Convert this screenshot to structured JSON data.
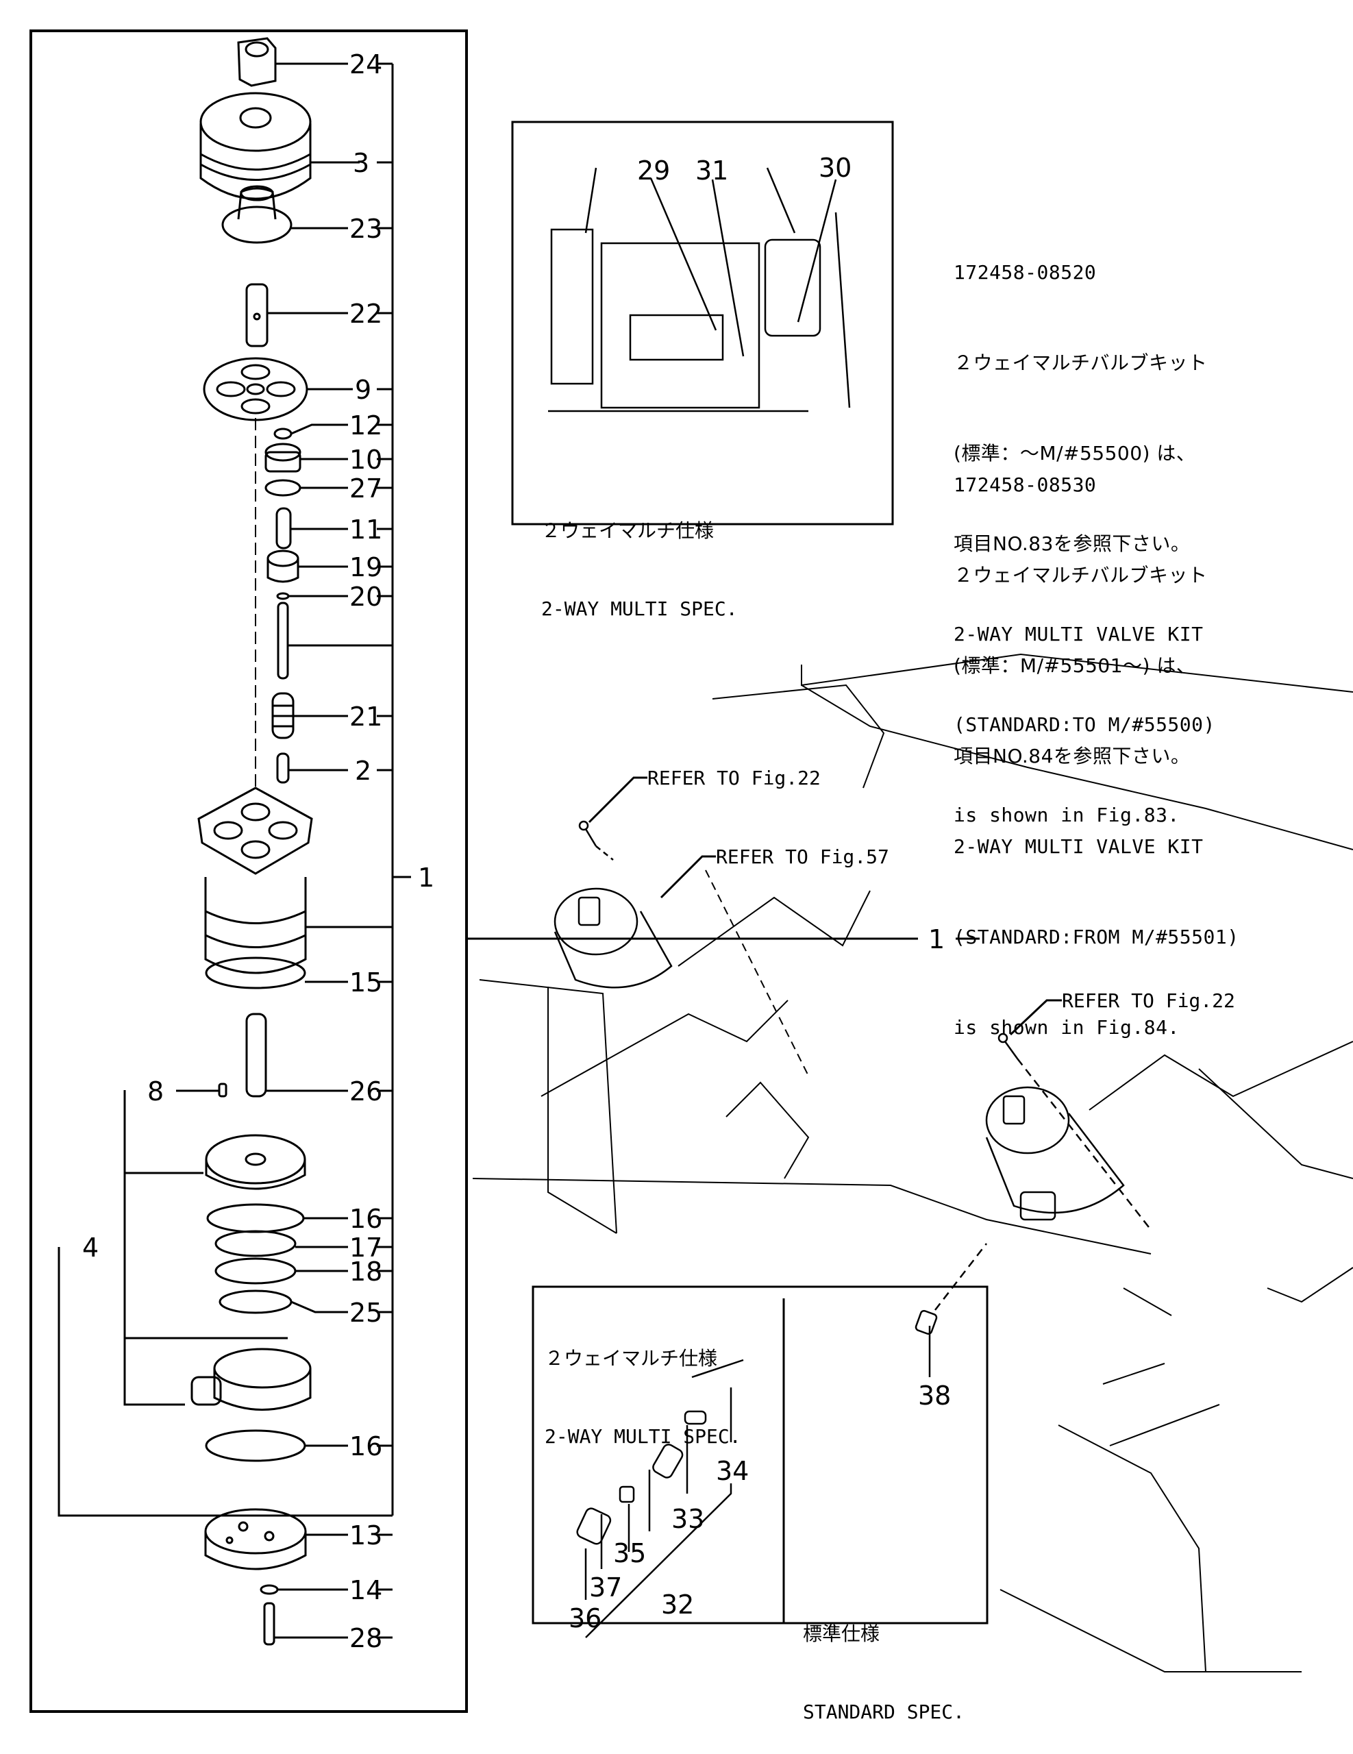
{
  "figure": {
    "type": "exploded-parts-diagram",
    "left_panel": {
      "callouts": [
        {
          "part_no": "24"
        },
        {
          "part_no": "3"
        },
        {
          "part_no": "23"
        },
        {
          "part_no": "22"
        },
        {
          "part_no": "9"
        },
        {
          "part_no": "12"
        },
        {
          "part_no": "10"
        },
        {
          "part_no": "27"
        },
        {
          "part_no": "11"
        },
        {
          "part_no": "19"
        },
        {
          "part_no": "20"
        },
        {
          "part_no": "21"
        },
        {
          "part_no": "2"
        },
        {
          "part_no": "1"
        },
        {
          "part_no": "15"
        },
        {
          "part_no": "8"
        },
        {
          "part_no": "26"
        },
        {
          "part_no": "4"
        },
        {
          "part_no": "16"
        },
        {
          "part_no": "17"
        },
        {
          "part_no": "18"
        },
        {
          "part_no": "25"
        },
        {
          "part_no": "16"
        },
        {
          "part_no": "13"
        },
        {
          "part_no": "14"
        },
        {
          "part_no": "28"
        }
      ]
    },
    "top_inset": {
      "callouts": [
        {
          "part_no": "29"
        },
        {
          "part_no": "31"
        },
        {
          "part_no": "30"
        }
      ],
      "caption_jp": "２ウェイマルチ仕様",
      "caption_en": "2-WAY MULTI SPEC."
    },
    "notes": [
      {
        "part_number": "172458-08520",
        "lines": [
          "２ウェイマルチバルブキット",
          "(標準：～M/#55500) は、",
          "項目NO.83を参照下さい。",
          "2-WAY MULTI VALVE KIT",
          "(STANDARD:TO M/#55500)",
          "is shown in Fig.83."
        ]
      },
      {
        "part_number": "172458-08530",
        "lines": [
          "２ウェイマルチバルブキット",
          "(標準：M/#55501～) は、",
          "項目NO.84を参照下さい。",
          "2-WAY MULTI VALVE KIT",
          "(STANDARD:FROM M/#55501)",
          "is shown in Fig.84."
        ]
      }
    ],
    "main_view": {
      "refer_labels": [
        {
          "text": "REFER TO Fig.22"
        },
        {
          "text": "REFER TO Fig.57"
        },
        {
          "text": "REFER TO Fig.22"
        }
      ],
      "callouts": [
        {
          "part_no": "1"
        },
        {
          "part_no": "38"
        }
      ]
    },
    "bottom_inset": {
      "left_caption_jp": "２ウェイマルチ仕様",
      "left_caption_en": "2-WAY MULTI SPEC.",
      "right_caption_jp": "標準仕様",
      "right_caption_en": "STANDARD SPEC.",
      "callouts": [
        {
          "part_no": "34"
        },
        {
          "part_no": "33"
        },
        {
          "part_no": "35"
        },
        {
          "part_no": "37"
        },
        {
          "part_no": "32"
        },
        {
          "part_no": "36"
        }
      ]
    }
  }
}
